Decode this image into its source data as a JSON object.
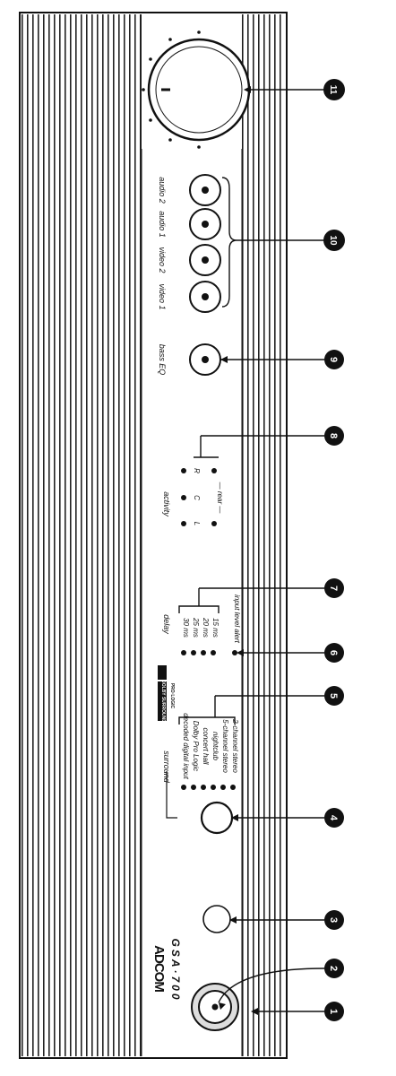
{
  "brand": {
    "logo": "ADCOM",
    "model": "GSA·700"
  },
  "surround": {
    "heading": "surround",
    "modes": [
      "decoded digital input",
      "Dolby Pro Logic",
      "concert hall",
      "nightclub",
      "5-channel stereo",
      "2-channel stereo"
    ],
    "dolby_badge": "DOLBY SURROUND",
    "dolby_sub": "PRO·LOGIC"
  },
  "delay": {
    "heading": "delay",
    "options": [
      "30 ms",
      "25 ms",
      "20 ms",
      "15 ms"
    ],
    "alert": "input level alert"
  },
  "activity": {
    "heading": "activity",
    "channels": [
      "L",
      "C",
      "R"
    ],
    "rear": "— rear —"
  },
  "bass_eq": {
    "label": "bass EQ"
  },
  "inputs": {
    "labels": [
      "video 1",
      "video 2",
      "audio 1",
      "audio 2"
    ]
  },
  "callouts": [
    "1",
    "2",
    "3",
    "4",
    "5",
    "6",
    "7",
    "8",
    "9",
    "10",
    "11"
  ]
}
